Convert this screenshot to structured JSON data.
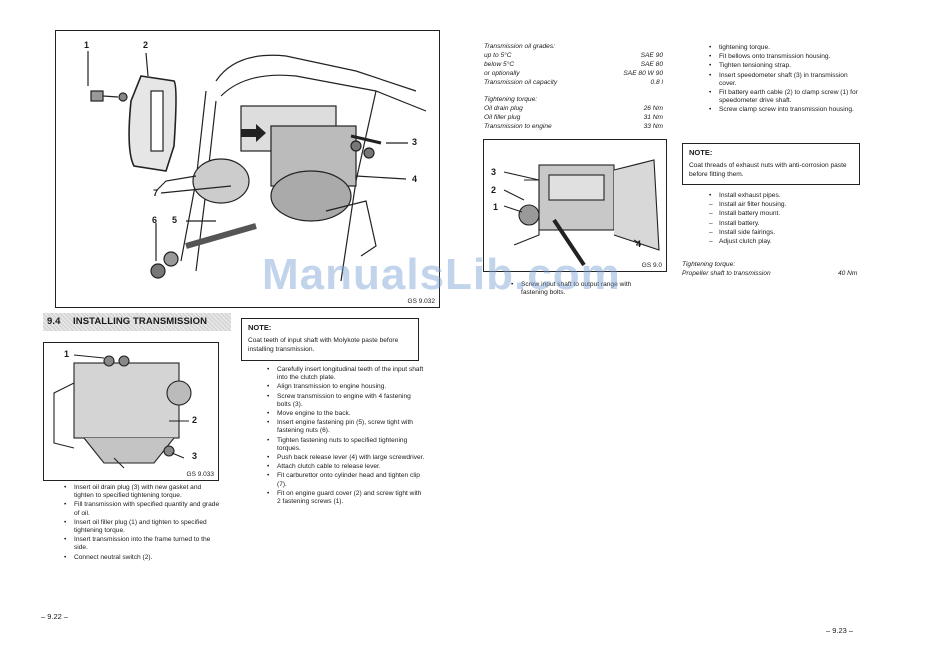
{
  "figures": {
    "top_left": {
      "label": "GS 9.032",
      "callouts": [
        "1",
        "2",
        "3",
        "4",
        "5",
        "6",
        "7"
      ]
    },
    "bottom_left": {
      "label": "GS 9.033",
      "callouts": [
        "1",
        "2",
        "3"
      ]
    },
    "mid_right": {
      "label": "GS 9.0",
      "callouts": [
        "3",
        "2",
        "1",
        "4"
      ]
    }
  },
  "section": {
    "number": "9.4",
    "title": "INSTALLING TRANSMISSION"
  },
  "note1": {
    "title": "NOTE:",
    "body": "Coat teeth of input shaft with Molykote paste before installing transmission."
  },
  "left_bullets": [
    "Insert oil drain plug (3) with new gasket and tighten to specified tightening torque.",
    "Fill transmission with specified quantity and grade of oil.",
    "Insert oil filler plug (1) and tighten to specified tightening torque.",
    "Insert transmission into the frame turned to the side.",
    "Connect neutral switch (2)."
  ],
  "middle_bullets": [
    "Carefully insert longitudinal teeth of the input shaft into the clutch plate.",
    "Align transmission to engine housing.",
    "Screw transmission to engine with 4 fastening bolts (3).",
    "Move engine to the back.",
    "Insert engine fastening pin (5), screw tight with fastening nuts (6).",
    "Tighten fastening nuts to specified tightening torques.",
    "Push back release lever (4) with large screwdriver.",
    "Attach clutch cable to release lever.",
    "Fit carburettor onto cylinder head and tighten clip (7).",
    "Fit on engine guard cover (2) and screw tight with 2 fastening screws (1)."
  ],
  "specs": {
    "grades_title": "Transmission oil grades:",
    "grades": [
      [
        "up to 5°C",
        "SAE 90"
      ],
      [
        "below 5°C",
        "SAE 80"
      ],
      [
        "or optionally",
        "SAE 80 W 90"
      ]
    ],
    "capacity": [
      "Transmission oil capacity",
      "0.8 l"
    ],
    "torque_title": "Tightening torque:",
    "torques": [
      [
        "Oil drain plug",
        "26 Nm"
      ],
      [
        "Oil filler plug",
        "31 Nm"
      ],
      [
        "Transmission to engine",
        "33 Nm"
      ]
    ]
  },
  "mid_caption": "Screw input shaft to output range with fastening bolts.",
  "right_bullets": [
    {
      "m": "•",
      "t": "tightening torque."
    },
    {
      "m": "•",
      "t": "Fit bellows onto transmission housing."
    },
    {
      "m": "•",
      "t": "Tighten tensioning strap."
    },
    {
      "m": "•",
      "t": "Insert speedometer shaft (3) in transmission cover."
    },
    {
      "m": "•",
      "t": "Fit battery earth cable (2) to clamp screw (1) for speedometer drive shaft."
    },
    {
      "m": "•",
      "t": "Screw clamp screw into transmission housing."
    }
  ],
  "note2": {
    "title": "NOTE:",
    "body": "Coat threads of exhaust nuts with anti-corrosion paste before fitting them."
  },
  "right_bullets2": [
    {
      "m": "•",
      "t": "Install exhaust pipes."
    },
    {
      "m": "–",
      "t": "Install air filter housing."
    },
    {
      "m": "–",
      "t": "Install battery mount."
    },
    {
      "m": "–",
      "t": "Install battery."
    },
    {
      "m": "–",
      "t": "Install side fairings."
    },
    {
      "m": "–",
      "t": "Adjust clutch play."
    }
  ],
  "torque2": {
    "title": "Tightening torque:",
    "label": "Propeller shaft to transmission",
    "value": "40 Nm"
  },
  "page_left": "– 9.22 –",
  "page_right": "– 9.23 –",
  "watermark": "ManualsLib.com"
}
